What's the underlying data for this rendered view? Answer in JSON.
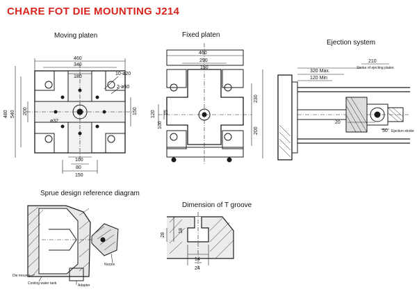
{
  "title": "CHARE FOT DIE MOUNTING J214",
  "views": {
    "moving_platen": {
      "label": "Moving platen",
      "dims": {
        "w460": "460",
        "w340": "340",
        "w180": "180",
        "h540": "540",
        "h480": "480",
        "h200": "200",
        "h150": "150",
        "w100": "100",
        "w80": "80",
        "w150": "150",
        "d32": "ø32",
        "holes": "10-ø20",
        "pattern": "2-ø50"
      }
    },
    "fixed_platen": {
      "label": "Fixed platen",
      "dims": {
        "w460": "460",
        "w290": "290",
        "w150": "150",
        "h230": "230",
        "h200": "200",
        "h15": "15",
        "h100": "100",
        "h120": "120"
      }
    },
    "ejection_system": {
      "label": "Ejection system",
      "dims": {
        "d320": "320 Max.",
        "d120": "120 Min",
        "d210": "210",
        "d20": "20",
        "d50": "50",
        "stroke_note": "Stroke of ejecting platen",
        "ejection_note": "Ejection stroke"
      }
    },
    "sprue": {
      "label": "Sprue design reference diagram",
      "notes": {
        "die_mount": "Die mounts",
        "cooling": "Cooling water tank",
        "nozzle": "Nozzle",
        "adapter": "Adapter"
      }
    },
    "t_groove": {
      "label": "Dimension of T groove",
      "dims": {
        "h28": "28",
        "h18": "18",
        "w14": "14",
        "w24": "24"
      }
    }
  }
}
